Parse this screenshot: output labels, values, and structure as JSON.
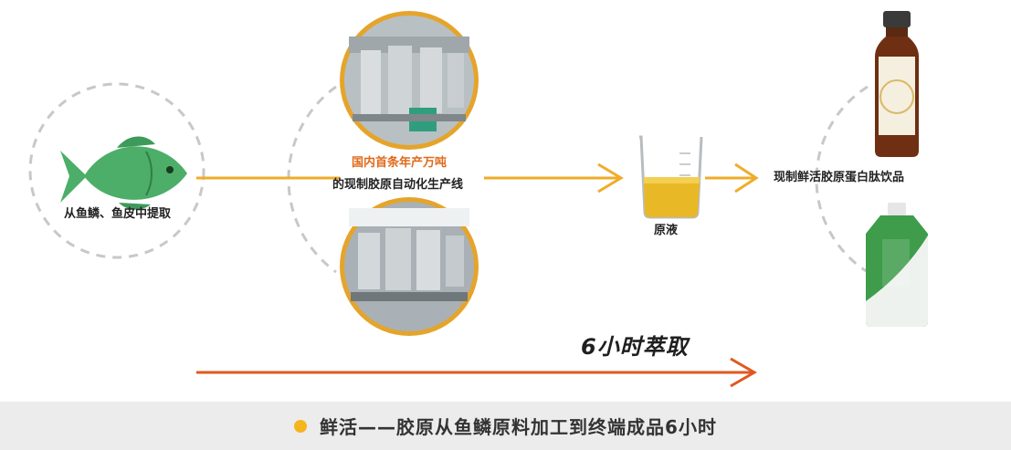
{
  "steps": {
    "source_label": "从鱼鳞、鱼皮中提取",
    "line_label_top": "国内首条年产万吨",
    "line_label_bottom": "的现制胶原自动化生产线",
    "liquid_label": "原液",
    "product_label": "现制鲜活胶原蛋白肽饮品"
  },
  "timeline_label": "6小时萃取",
  "footer": {
    "text": "鲜活——胶原从鱼鳞原料加工到终端成品6小时"
  },
  "colors": {
    "fish": "#4cae68",
    "arrow_yellow": "#f0ac2a",
    "arrow_orange": "#e0581f",
    "accent_orange": "#e06a1a",
    "photo_ring": "#e5a42a",
    "footer_dot": "#f4b61d",
    "dashed_arc": "#c8c8c8"
  },
  "icons": {
    "fish": "fish-icon",
    "beaker": "beaker-icon",
    "bottle": "bottle-icon",
    "pouch": "pouch-icon"
  }
}
